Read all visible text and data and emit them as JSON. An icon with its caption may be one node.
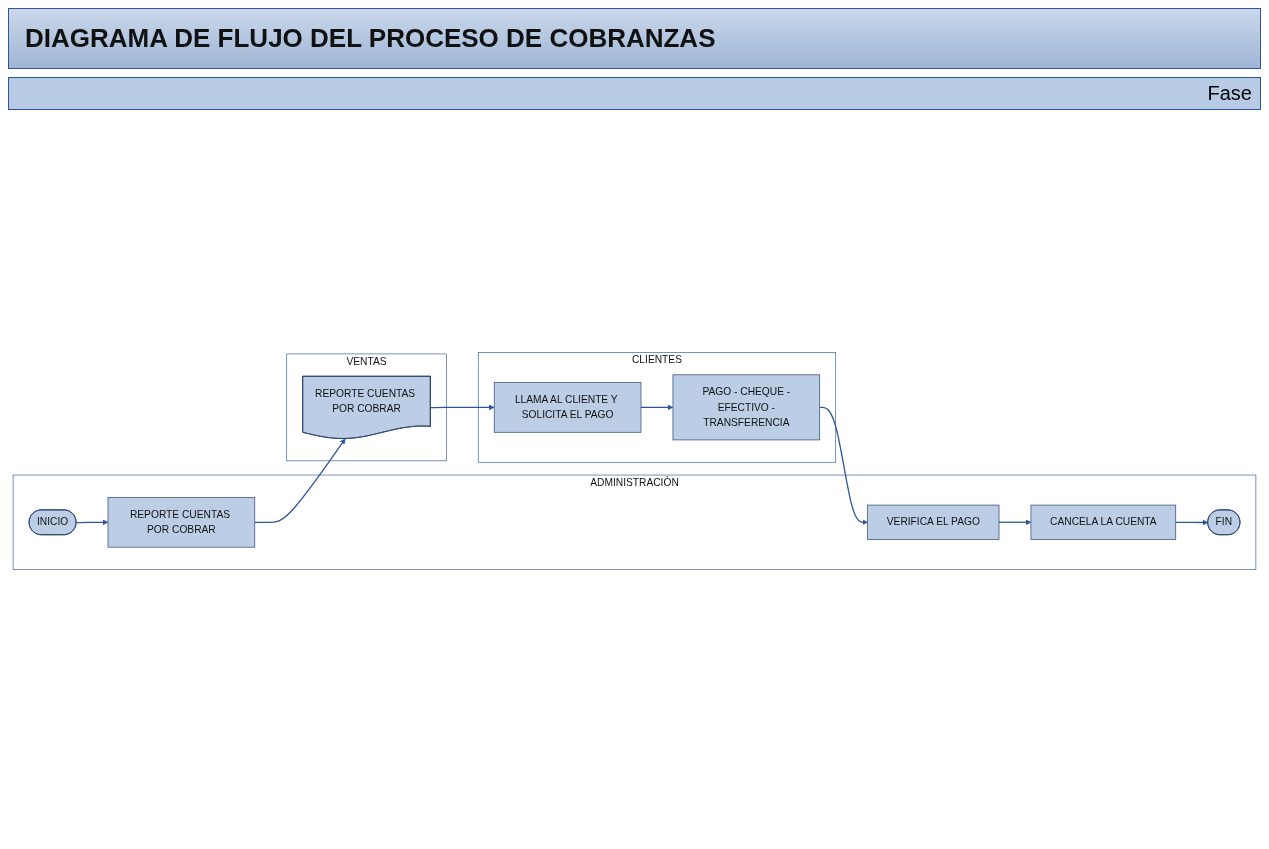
{
  "diagram": {
    "title": "DIAGRAMA DE FLUJO DEL PROCESO DE COBRANZAS",
    "nodes": [
      {
        "text": [
          "ADMINISTRACIÒN"
        ]
      },
      {
        "text": [
          "INICIO"
        ],
        "in": 0
      },
      {
        "text": [
          "REPORTE CUENTAS POR COBRAR"
        ],
        "in": 0
      },
      {
        "text": [
          "VERIFICA EL PAGO"
        ],
        "in": 0
      },
      {
        "text": [
          "CANCELA LA CUENTA"
        ],
        "in": 0
      },
      {
        "text": [
          "FIN"
        ],
        "in": 0
      },
      {
        "text": [
          "VENTAS"
        ]
      },
      {
        "text": [
          "REPORTE CUENTAS POR COBRAR"
        ],
        "in": 6
      },
      {
        "text": [
          "CLIENTES"
        ]
      },
      {
        "text": [
          "LLAMA AL CLIENTE Y SOLICITA EL PAGO"
        ],
        "in": 8
      },
      {
        "text": [
          "PAGO - CHEQUE -EFECTIVO -TRANSFERENCIA"
        ],
        "in": 8
      }
    ],
    "edges": [
      {
        "from": 1,
        "to": 2,
        "arrow": "to"
      },
      {
        "from": 2,
        "to": 7,
        "arrow": "to"
      },
      {
        "from": 7,
        "to": 9,
        "arrow": "to"
      },
      {
        "from": 9,
        "to": 10,
        "arrow": "to"
      },
      {
        "from": 10,
        "to": 3,
        "arrow": "to"
      },
      {
        "from": 3,
        "to": 4,
        "arrow": "to"
      },
      {
        "from": 4,
        "to": 5,
        "arrow": "to"
      }
    ],
    "labels": [
      "Fase"
    ]
  }
}
